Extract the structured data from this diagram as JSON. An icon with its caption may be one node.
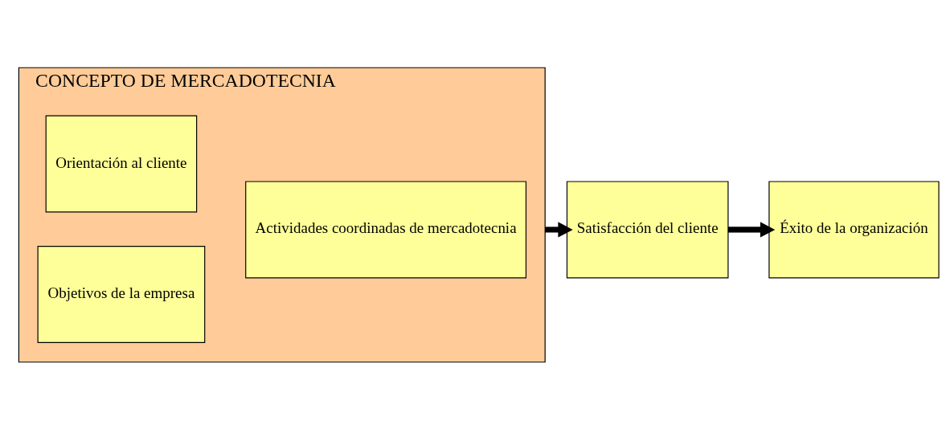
{
  "diagram": {
    "nodes": [
      {
        "text": [
          "CONCEPTO DE MERCADOTECNIA"
        ]
      },
      {
        "text": [
          "Orientación al cliente"
        ],
        "in": 0
      },
      {
        "text": [
          "Objetivos de la empresa"
        ],
        "in": 0
      },
      {
        "text": [
          "Actividades coordinadas de mercadotecnia"
        ],
        "in": 0
      },
      {
        "text": [
          "Satisfacción del cliente"
        ]
      },
      {
        "text": [
          "Éxito de la organización"
        ]
      }
    ],
    "edges": [
      {
        "from": 0,
        "to": 4,
        "arrow": "to"
      },
      {
        "from": 4,
        "to": 5,
        "arrow": "to"
      }
    ]
  }
}
